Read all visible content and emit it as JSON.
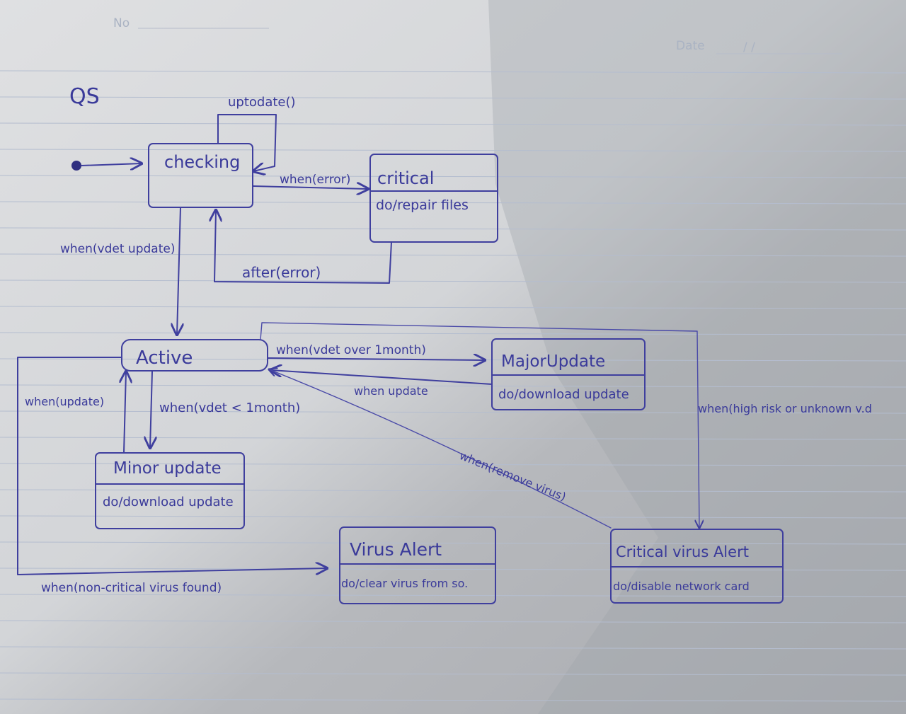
{
  "paper": {
    "header_no": "No",
    "header_date": "Date",
    "date_sep": "/    /"
  },
  "diagram": {
    "label": "QS",
    "states": {
      "checking": {
        "name": "checking"
      },
      "critical": {
        "name": "critical",
        "activity": "do/repair files"
      },
      "active": {
        "name": "Active"
      },
      "major_update": {
        "name": "MajorUpdate",
        "activity": "do/download update"
      },
      "minor_update": {
        "name": "Minor update",
        "activity": "do/download update"
      },
      "virus_alert": {
        "name": "Virus Alert",
        "activity": "do/clear virus from so."
      },
      "critical_virus_alert": {
        "name": "Critical virus Alert",
        "activity": "do/disable network card"
      }
    },
    "transitions": {
      "self_loop": "uptodate()",
      "to_critical": "when(error)",
      "after_error": "after(error)",
      "to_active": "when(vdet update)",
      "to_major": "when(vdet over 1month)",
      "major_back": "when update",
      "minor_back": "when(update)",
      "to_minor": "when(vdet < 1month)",
      "to_critical_virus": "when(high risk or unknown v.d",
      "remove_virus": "when(remove virus)",
      "to_virus_alert": "when(non-critical virus found)"
    }
  },
  "colors": {
    "ink": "#3f3f9e",
    "paper": "#c9cbcd",
    "rule_line": "#b4bdcf"
  }
}
